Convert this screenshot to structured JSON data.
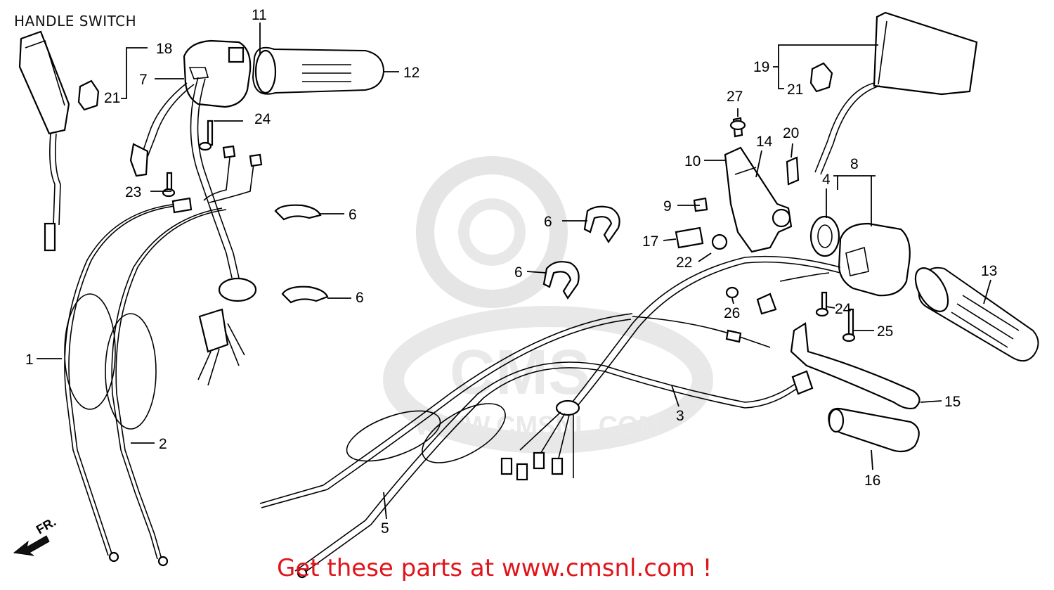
{
  "header": {
    "title": "HANDLE SWITCH"
  },
  "watermark": {
    "text": "WWW.CMSNL.COM",
    "logo_text": "CMS"
  },
  "parts": [
    {
      "id": "p1",
      "ref": "1"
    },
    {
      "id": "p2",
      "ref": "2"
    },
    {
      "id": "p3",
      "ref": "3"
    },
    {
      "id": "p4",
      "ref": "4"
    },
    {
      "id": "p5",
      "ref": "5"
    },
    {
      "id": "p6a",
      "ref": "6"
    },
    {
      "id": "p6b",
      "ref": "6"
    },
    {
      "id": "p6c",
      "ref": "6"
    },
    {
      "id": "p6d",
      "ref": "6"
    },
    {
      "id": "p7",
      "ref": "7"
    },
    {
      "id": "p8",
      "ref": "8"
    },
    {
      "id": "p9",
      "ref": "9"
    },
    {
      "id": "p10",
      "ref": "10"
    },
    {
      "id": "p11",
      "ref": "11"
    },
    {
      "id": "p12",
      "ref": "12"
    },
    {
      "id": "p13",
      "ref": "13"
    },
    {
      "id": "p14",
      "ref": "14"
    },
    {
      "id": "p15",
      "ref": "15"
    },
    {
      "id": "p16",
      "ref": "16"
    },
    {
      "id": "p17",
      "ref": "17"
    },
    {
      "id": "p18",
      "ref": "18"
    },
    {
      "id": "p19",
      "ref": "19"
    },
    {
      "id": "p20",
      "ref": "20"
    },
    {
      "id": "p21a",
      "ref": "21"
    },
    {
      "id": "p21b",
      "ref": "21"
    },
    {
      "id": "p22",
      "ref": "22"
    },
    {
      "id": "p23",
      "ref": "23"
    },
    {
      "id": "p24a",
      "ref": "24"
    },
    {
      "id": "p24b",
      "ref": "24"
    },
    {
      "id": "p25",
      "ref": "25"
    },
    {
      "id": "p26",
      "ref": "26"
    },
    {
      "id": "p27",
      "ref": "27"
    }
  ],
  "direction_label": "FR.",
  "footer": {
    "promo": "Get these parts at www.cmsnl.com !"
  },
  "colors": {
    "promo": "#e0141b",
    "watermark": "#d8d8d8",
    "lines": "#000000"
  }
}
